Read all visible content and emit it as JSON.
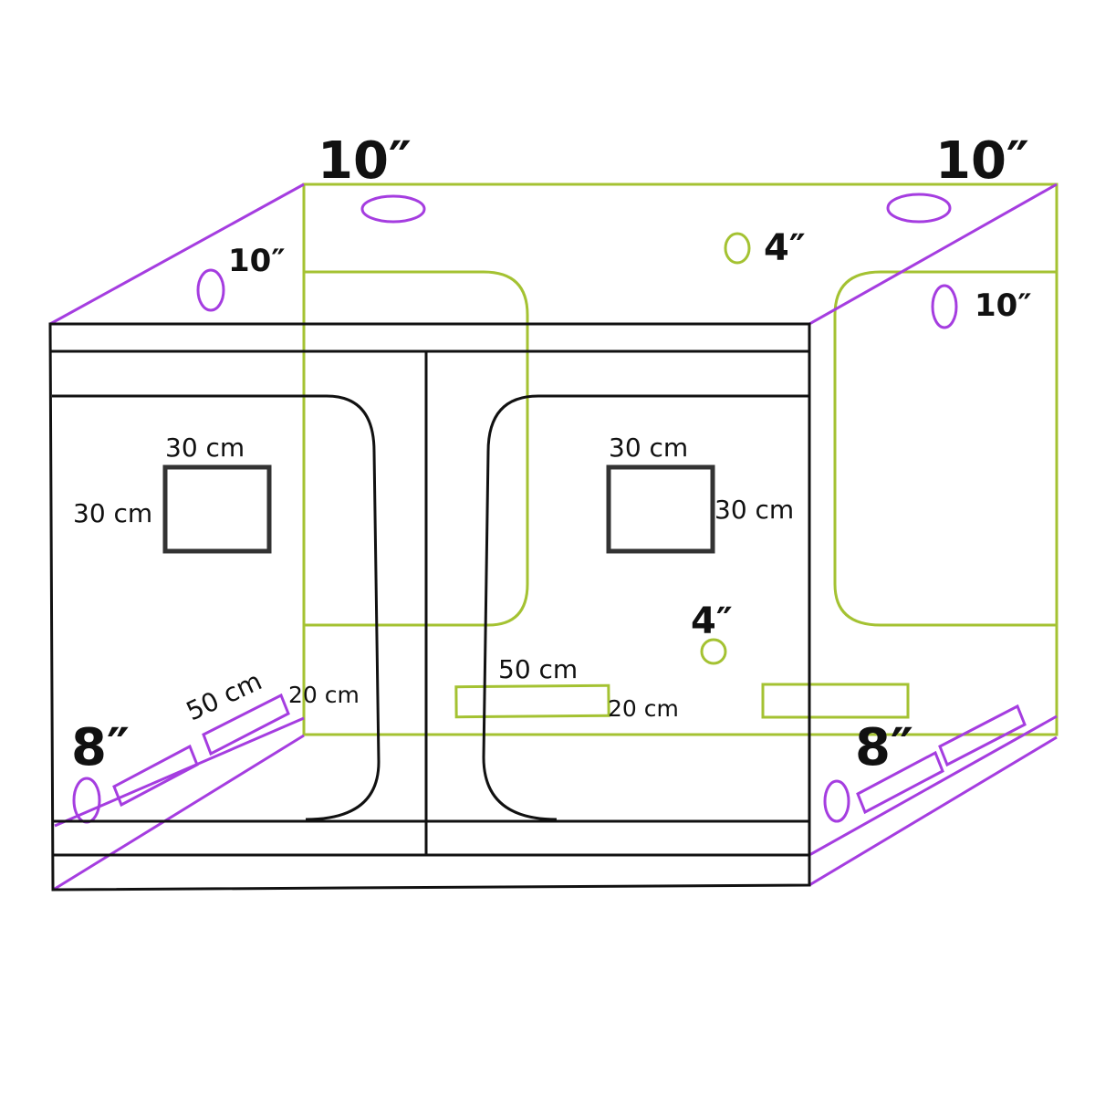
{
  "colors": {
    "purple": "#a53de0",
    "green": "#a4c232",
    "black": "#111111"
  },
  "labels": {
    "top_left_vent": "10″",
    "top_right_vent": "10″",
    "left_side_vent": "10″",
    "right_side_vent": "10″",
    "back_top_port": "4″",
    "back_low_port": "4″",
    "left_window_width": "30 cm",
    "left_window_height": "30 cm",
    "right_window_width": "30 cm",
    "right_window_height": "30 cm",
    "left_floor_vent_length": "50 cm",
    "left_floor_vent_width": "20 cm",
    "back_floor_vent_length": "50 cm",
    "back_floor_vent_width": "20 cm",
    "left_bottom_port": "8″",
    "right_bottom_port": "8″"
  }
}
